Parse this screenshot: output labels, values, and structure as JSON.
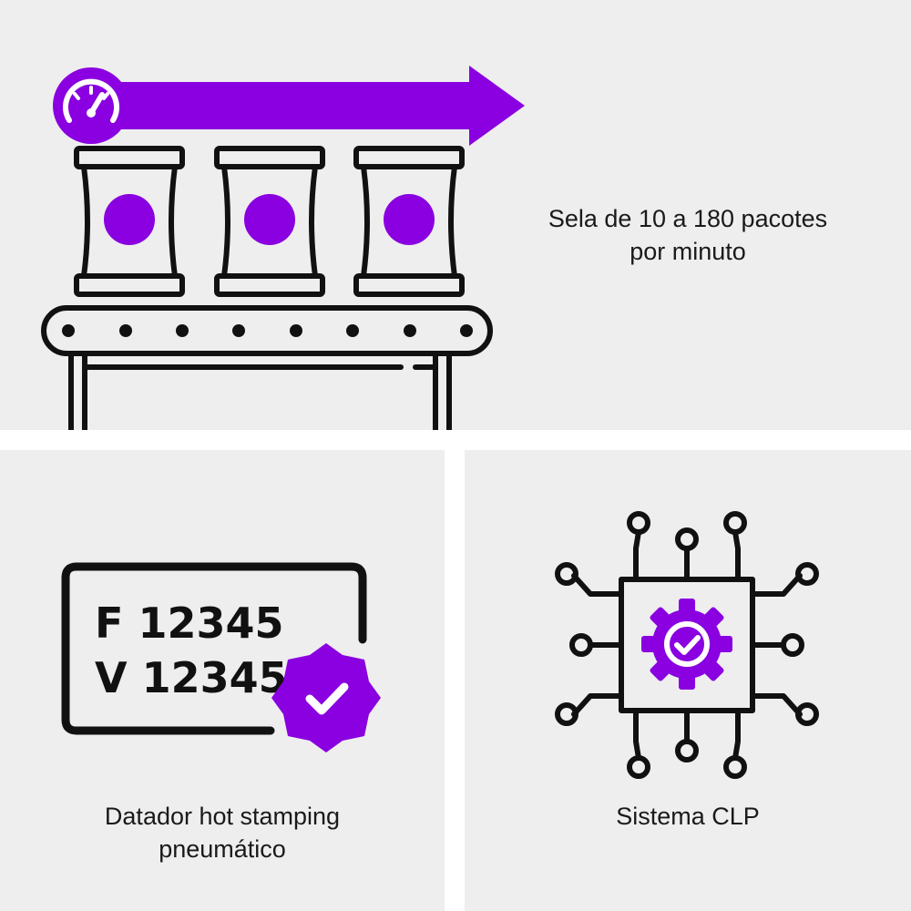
{
  "colors": {
    "accent": "#8a00e0",
    "ink": "#111111",
    "panel_background": "#eeeeee"
  },
  "speed_feature": {
    "caption_line1": "Sela de 10 a 180 pacotes",
    "caption_line2": "por minuto",
    "icons": [
      "speedometer-icon",
      "arrow-right-icon",
      "snack-pack-icon",
      "conveyor-belt-icon"
    ]
  },
  "datador_feature": {
    "code_line1": "F 12345",
    "code_line2": "V 12345",
    "caption_line1": "Datador hot stamping",
    "caption_line2": "pneumático",
    "icons": [
      "date-label-icon",
      "verified-badge-icon"
    ]
  },
  "clp_feature": {
    "caption": "Sistema CLP",
    "icons": [
      "circuit-chip-icon",
      "gear-check-icon"
    ]
  }
}
